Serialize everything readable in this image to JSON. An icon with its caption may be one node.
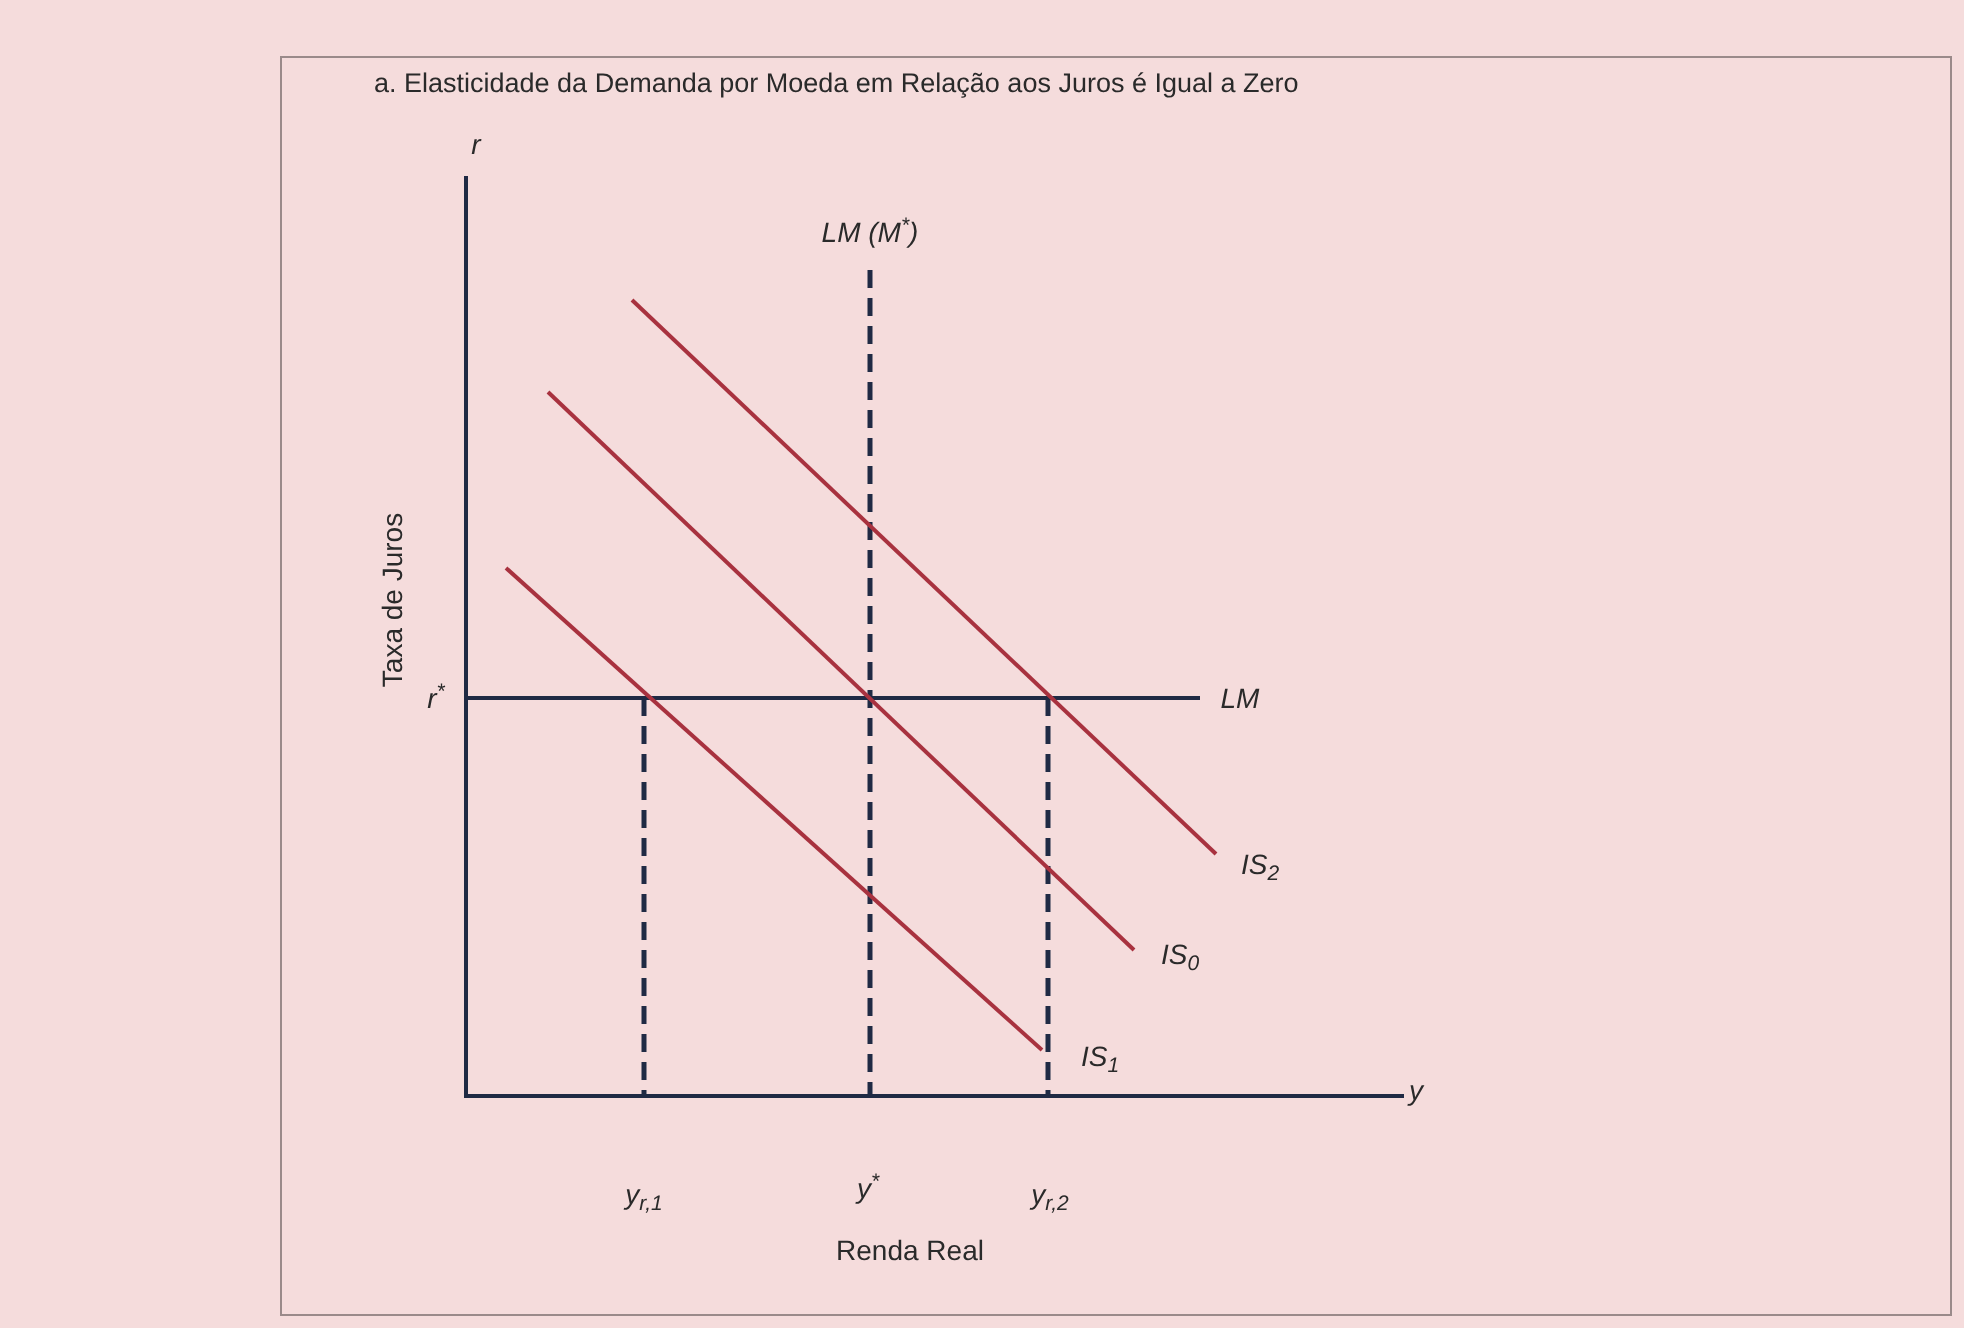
{
  "diagram": {
    "title": "a. Elasticidade da Demanda por Moeda em Relação aos Juros é Igual a Zero",
    "labels": [
      "r",
      "LM (M$^{*}$)",
      "Taxa de Juros",
      "r$^{*}$",
      "LM",
      "IS$_{2}$",
      "IS$_{0}$",
      "IS$_{1}$",
      "y",
      "y$_{r,1}$",
      "y$^{*}$",
      "y$_{r,2}$",
      "Renda Real"
    ]
  }
}
